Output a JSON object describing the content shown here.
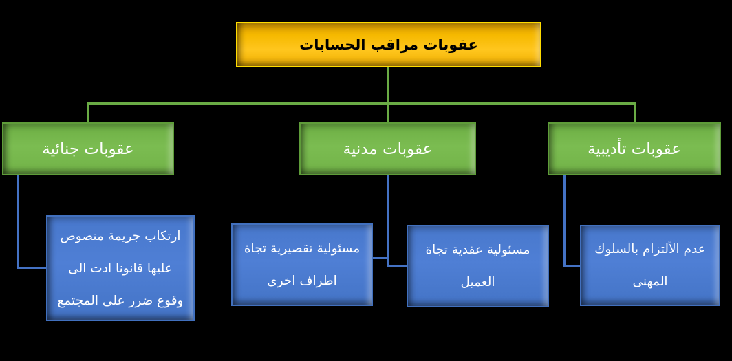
{
  "diagram": {
    "type": "org-chart",
    "background": "#000000",
    "root": {
      "label": "عقوبات مراقب الحسابات",
      "fill": "#FFC61E",
      "border": "#FFDC00",
      "text_color": "#000000"
    },
    "branches": [
      {
        "label": "عقوبات جنائية",
        "children": [
          {
            "label": "ارتكاب جريمة منصوص عليها قانونا ادت الى وقوع ضرر على المجتمع",
            "lines": [
              "ارتكاب جريمة منصوص",
              "عليها قانونا ادت الى",
              "وقوع ضرر على المجتمع"
            ]
          }
        ]
      },
      {
        "label": "عقوبات مدنية",
        "children": [
          {
            "label": "مسئولية تقصيرية تجاة اطراف اخرى",
            "lines": [
              "مسئولية تقصيرية تجاة",
              "اطراف اخرى"
            ]
          },
          {
            "label": "مسئولية عقدية تجاة العميل",
            "lines": [
              "مسئولية عقدية تجاة",
              "العميل"
            ]
          }
        ]
      },
      {
        "label": "عقوبات تأديبية",
        "children": [
          {
            "label": "عدم الألتزام بالسلوك المهنى",
            "lines": [
              "عدم الألتزام بالسلوك",
              "المهنى"
            ]
          }
        ]
      }
    ],
    "colors": {
      "branch_fill": "#72B348",
      "branch_border": "#5E9C39",
      "branch_text": "#FFFFFF",
      "leaf_fill": "#4878CC",
      "leaf_border": "#4170BE",
      "leaf_text": "#FFFFFF",
      "connector_green": "#6AAB45",
      "connector_blue": "#4472C4"
    }
  }
}
